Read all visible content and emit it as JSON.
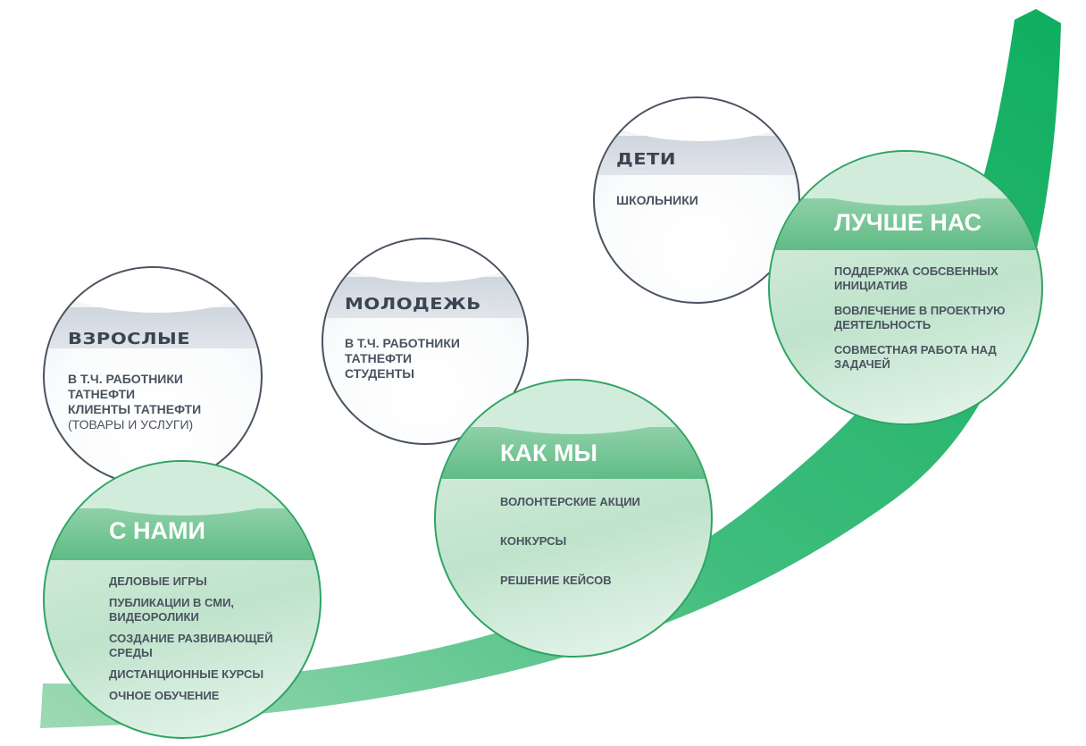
{
  "colors": {
    "accent_green": "#2fa463",
    "dark_text": "#4a5360",
    "curve_green": "#1fb36b"
  },
  "circles": {
    "adults": {
      "title": "ВЗРОСЛЫЕ",
      "lines": [
        "В Т.Ч. РАБОТНИКИ",
        "ТАТНЕФТИ",
        "КЛИЕНТЫ ТАТНЕФТИ"
      ],
      "note": "(ТОВАРЫ И УСЛУГИ)"
    },
    "youth": {
      "title": "МОЛОДЕЖЬ",
      "lines": [
        "В Т.Ч. РАБОТНИКИ",
        "ТАТНЕФТИ",
        "СТУДЕНТЫ"
      ]
    },
    "children": {
      "title": "ДЕТИ",
      "lines": [
        "ШКОЛЬНИКИ"
      ]
    },
    "with_us": {
      "title": "С НАМИ",
      "items": [
        "ДЕЛОВЫЕ ИГРЫ",
        "ПУБЛИКАЦИИ В СМИ,",
        "ВИДЕОРОЛИКИ",
        "СОЗДАНИЕ РАЗВИВАЮЩЕЙ",
        "СРЕДЫ",
        "ДИСТАНЦИОННЫЕ КУРСЫ",
        "ОЧНОЕ ОБУЧЕНИЕ"
      ]
    },
    "like_us": {
      "title": "КАК МЫ",
      "items": [
        "ВОЛОНТЕРСКИЕ АКЦИИ",
        "КОНКУРСЫ",
        "РЕШЕНИЕ КЕЙСОВ"
      ]
    },
    "better_than_us": {
      "title": "ЛУЧШЕ НАС",
      "items": [
        "ПОДДЕРЖКА СОБСВЕННЫХ",
        "ИНИЦИАТИВ",
        "ВОВЛЕЧЕНИЕ В ПРОЕКТНУЮ",
        "ДЕЯТЕЛЬНОСТЬ",
        "СОВМЕСТНАЯ РАБОТА НАД",
        "ЗАДАЧЕЙ"
      ]
    }
  }
}
